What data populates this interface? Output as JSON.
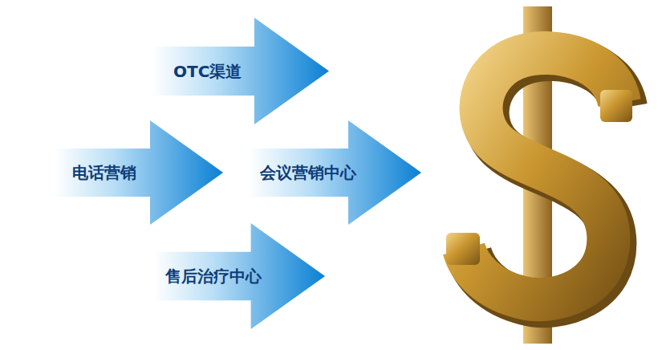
{
  "diagram": {
    "nodes": [
      {
        "text": [
          "OTC渠道"
        ]
      },
      {
        "text": [
          "电话营销"
        ]
      },
      {
        "text": [
          "会议营销中心"
        ]
      },
      {
        "text": [
          "售后治疗中心"
        ]
      }
    ]
  }
}
